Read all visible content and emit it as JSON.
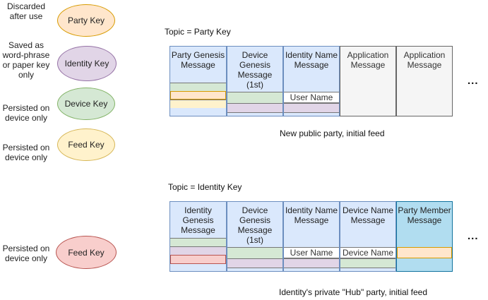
{
  "colors": {
    "party_key": {
      "fill": "#ffe6cc",
      "stroke": "#d79b00"
    },
    "identity_key": {
      "fill": "#e1d5e7",
      "stroke": "#9673a6"
    },
    "device_key": {
      "fill": "#d5e8d4",
      "stroke": "#82b366"
    },
    "feed_key_yellow": {
      "fill": "#fff2cc",
      "stroke": "#d6b656"
    },
    "feed_key_red": {
      "fill": "#f8cecc",
      "stroke": "#b85450"
    },
    "message_blue": "#dae8fc",
    "message_gray": "#f5f5f5",
    "message_teal": "#b1ddf0"
  },
  "legend": [
    {
      "desc_lines": [
        "Discarded",
        "after use"
      ],
      "key_label": "Party Key"
    },
    {
      "desc_lines": [
        "Saved as",
        "word-phrase",
        "or paper key",
        "only"
      ],
      "key_label": "Identity Key"
    },
    {
      "desc_lines": [
        "Persisted on",
        "device only"
      ],
      "key_label": "Device Key"
    },
    {
      "desc_lines": [
        "Persisted on",
        "device only"
      ],
      "key_label": "Feed Key"
    }
  ],
  "feed_key_bottom": {
    "desc_lines": [
      "Persisted on",
      "device only"
    ],
    "key_label": "Feed Key"
  },
  "party_feed": {
    "topic": "Topic = Party Key",
    "caption": "New public party, initial feed",
    "ellipsis": "...",
    "columns": [
      {
        "title_lines": [
          "Party Genesis",
          "Message"
        ],
        "field": ""
      },
      {
        "title_lines": [
          "Device",
          "Genesis",
          "Message",
          "(1st)"
        ],
        "field": ""
      },
      {
        "title_lines": [
          "Identity Name",
          "Message"
        ],
        "field": "User Name"
      },
      {
        "title_lines": [
          "Application",
          "Message"
        ],
        "field": ""
      },
      {
        "title_lines": [
          "Application",
          "Message"
        ],
        "field": ""
      }
    ]
  },
  "identity_feed": {
    "topic": "Topic = Identity Key",
    "caption": "Identity's private \"Hub\" party, initial feed",
    "ellipsis": "...",
    "columns": [
      {
        "title_lines": [
          "Identity",
          "Genesis",
          "Message"
        ],
        "field": ""
      },
      {
        "title_lines": [
          "Device",
          "Genesis",
          "Message",
          "(1st)"
        ],
        "field": ""
      },
      {
        "title_lines": [
          "Identity Name",
          "Message"
        ],
        "field": "User Name"
      },
      {
        "title_lines": [
          "Device Name",
          "Message"
        ],
        "field": "Device Name"
      },
      {
        "title_lines": [
          "Party Member",
          "Message"
        ],
        "field": ""
      }
    ]
  }
}
